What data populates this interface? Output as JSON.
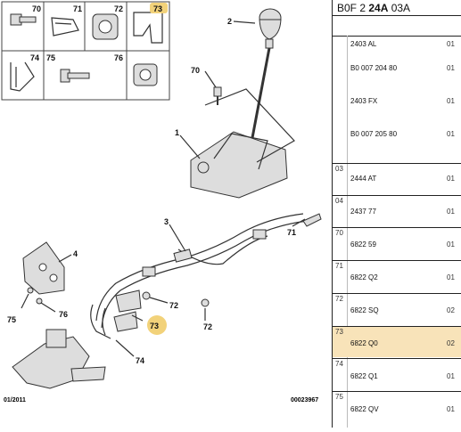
{
  "header": {
    "part1": "B0F 2 ",
    "part2": "24A",
    "part3": " 03A"
  },
  "thumbs": [
    "70",
    "71",
    "72",
    "73",
    "74",
    "75",
    "76"
  ],
  "callouts": [
    "2",
    "70",
    "1",
    "3",
    "4",
    "71",
    "75",
    "76",
    "72",
    "73",
    "74",
    "72"
  ],
  "footer": {
    "date": "01/2011",
    "code": "00023967"
  },
  "rows": [
    {
      "idx": "",
      "refs": [
        "2403 AL",
        "B0 007 204 80",
        "2403 FX",
        "B0 007 205 80"
      ],
      "qty": [
        "01",
        "01",
        "01",
        "01"
      ]
    },
    {
      "idx": "03",
      "refs": [
        "2444 AT"
      ],
      "qty": [
        "01"
      ]
    },
    {
      "idx": "04",
      "refs": [
        "2437 77"
      ],
      "qty": [
        "01"
      ]
    },
    {
      "idx": "70",
      "refs": [
        "6822 59"
      ],
      "qty": [
        "01"
      ]
    },
    {
      "idx": "71",
      "refs": [
        "6822 Q2"
      ],
      "qty": [
        "01"
      ]
    },
    {
      "idx": "72",
      "refs": [
        "6822 SQ"
      ],
      "qty": [
        "02"
      ]
    },
    {
      "idx": "73",
      "refs": [
        "6822 Q0"
      ],
      "qty": [
        "02"
      ]
    },
    {
      "idx": "74",
      "refs": [
        "6822 Q1"
      ],
      "qty": [
        "01"
      ]
    },
    {
      "idx": "75",
      "refs": [
        "6822 QV"
      ],
      "qty": [
        "01"
      ]
    }
  ],
  "colors": {
    "highlight": "#f8e3b9",
    "badge": "#f2d27a"
  }
}
